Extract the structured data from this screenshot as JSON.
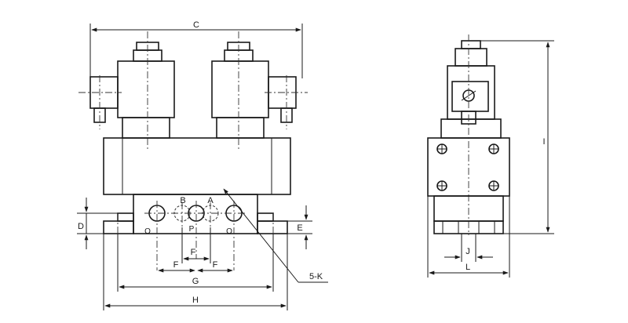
{
  "labels": {
    "C": "C",
    "B": "B",
    "A": "A",
    "P": "P",
    "O1": "O",
    "O2": "O",
    "D": "D",
    "E": "E",
    "F1": "F",
    "F2": "F",
    "F3": "F",
    "G": "G",
    "H": "H",
    "K": "5-K",
    "I": "I",
    "J": "J",
    "L": "L"
  }
}
